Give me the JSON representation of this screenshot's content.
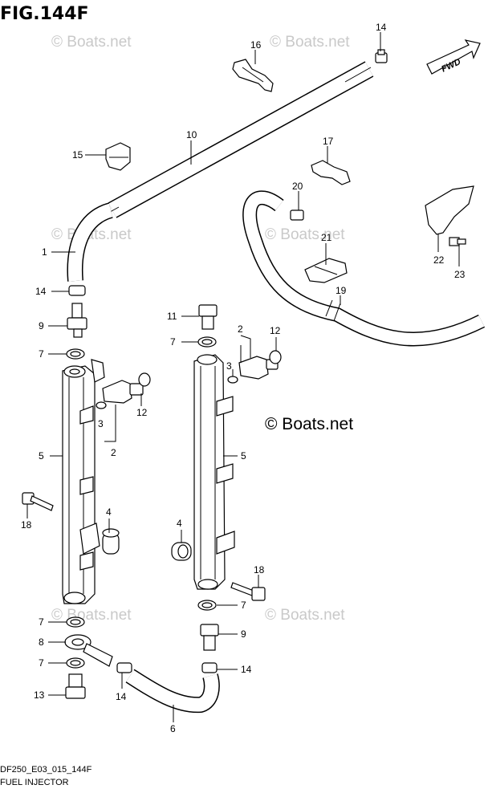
{
  "figure": {
    "title": "FIG.144F"
  },
  "watermarks": {
    "small": "© Boats.net",
    "large": "© Boats.net"
  },
  "direction_label": "FWD",
  "footer": {
    "code": "DF250_E03_015_144F",
    "name": "FUEL INJECTOR"
  },
  "callouts": {
    "c14a": "14",
    "c16": "16",
    "c10": "10",
    "c15": "15",
    "c17": "17",
    "c20": "20",
    "c21": "21",
    "c22": "22",
    "c23": "23",
    "c19": "19",
    "c1": "1",
    "c14b": "14",
    "c9a": "9",
    "c7a": "7",
    "c3a": "3",
    "c2a": "2",
    "c12a": "12",
    "c5a": "5",
    "c18a": "18",
    "c4a": "4",
    "c11": "11",
    "c7b": "7",
    "c2b": "2",
    "c12b": "12",
    "c3b": "3",
    "c5b": "5",
    "c4b": "4",
    "c18b": "18",
    "c7c": "7",
    "c9b": "9",
    "c7d": "7",
    "c8": "8",
    "c7e": "7",
    "c13": "13",
    "c14c": "14",
    "c14d": "14",
    "c6": "6"
  }
}
